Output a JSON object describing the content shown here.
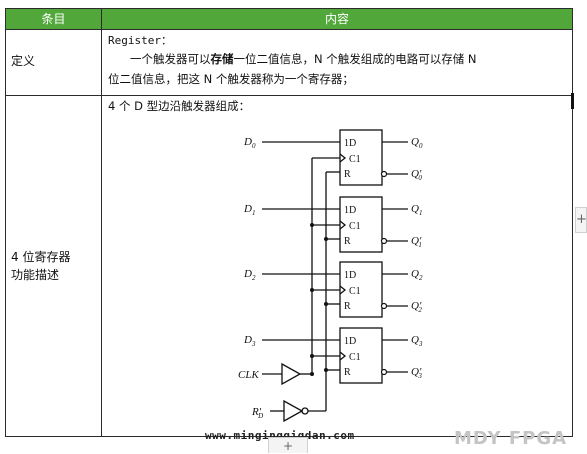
{
  "table": {
    "header": {
      "col1": "条目",
      "col2": "内容"
    },
    "row1": {
      "label": "定义",
      "register_word": "Register：",
      "line1_pre": "一个触发器可以",
      "line1_bold": "存储",
      "line1_post": "一位二值信息，N 个触发组成的电路可以存储 N",
      "line2": "位二值信息，把这 N 个触发器称为一个寄存器；"
    },
    "row2": {
      "label_line1": "4 位寄存器",
      "label_line2": "功能描述",
      "intro": "4 个 D 型边沿触发器组成："
    }
  },
  "diagram": {
    "inputs": [
      "D",
      "D",
      "D",
      "D"
    ],
    "input_subs": [
      "0",
      "1",
      "2",
      "3"
    ],
    "outputs": [
      "Q",
      "Q",
      "Q",
      "Q"
    ],
    "output_subs": [
      "0",
      "1",
      "2",
      "3"
    ],
    "ff_labels": {
      "d": "1D",
      "clk": "C1",
      "reset": "R"
    },
    "clk_label": "CLK",
    "reset_label": "R",
    "reset_sup": "′",
    "reset_sub": "D",
    "prime": "′"
  },
  "footer": {
    "url": "www.mingingqigdan.com",
    "watermark": "MDY FPGA"
  },
  "controls": {
    "plus": "+"
  },
  "colors": {
    "header_bg": "#52a73a",
    "header_text": "#ffffff",
    "border": "#2b2b2b"
  }
}
